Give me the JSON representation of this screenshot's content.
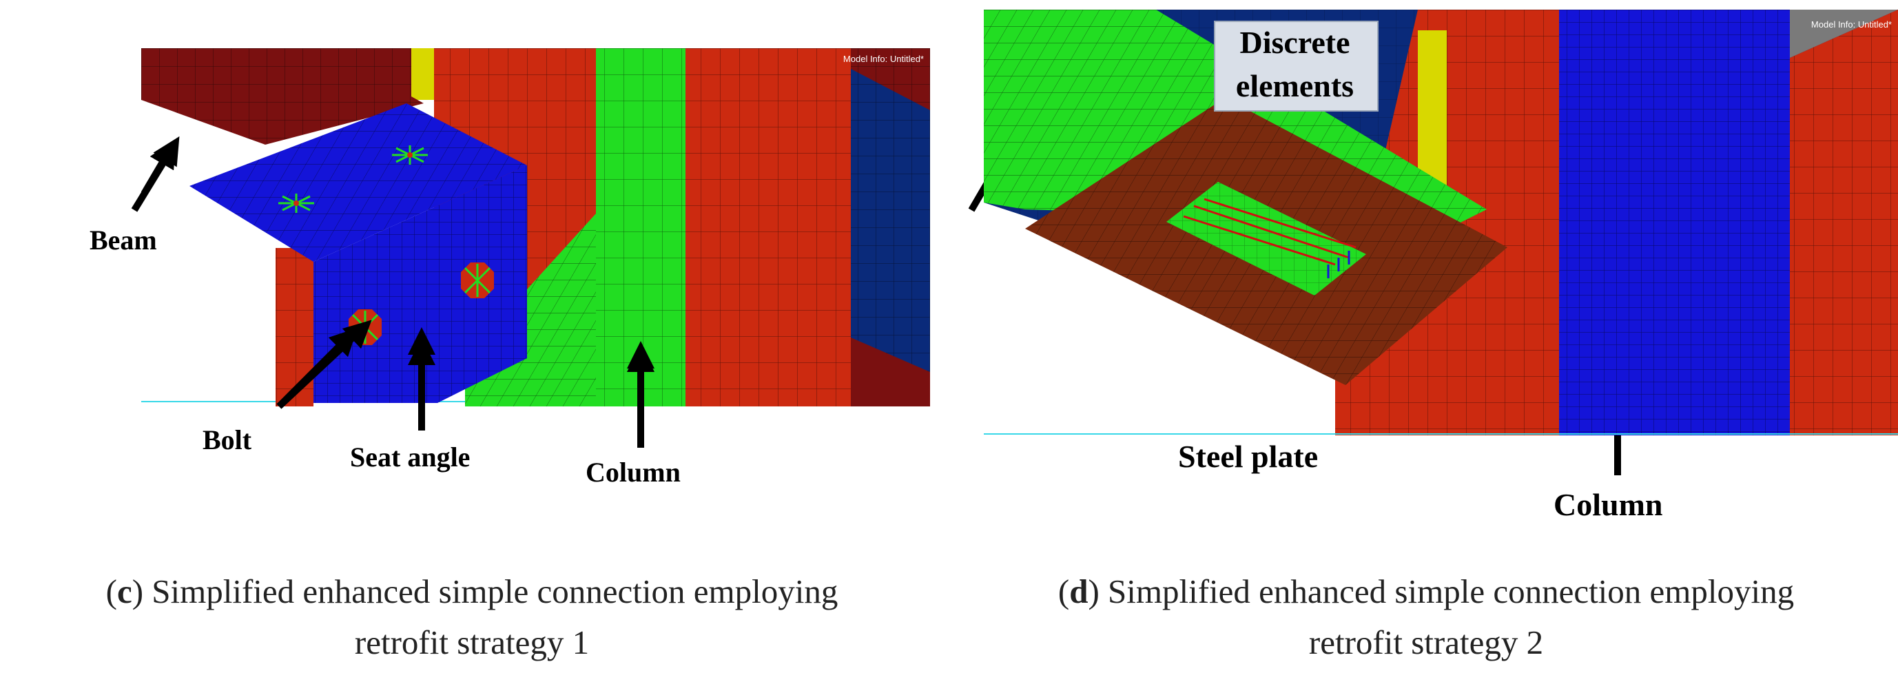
{
  "panel_c": {
    "model_info": "Model Info: Untitled*",
    "labels": {
      "beam": "Beam",
      "bolt": "Bolt",
      "seat_angle": "Seat angle",
      "column": "Column"
    },
    "caption": {
      "letter": "c",
      "line1_rest": " Simplified enhanced simple connection employing",
      "line2": "retrofit strategy 1"
    }
  },
  "panel_d": {
    "model_info": "Model Info: Untitled*",
    "labels": {
      "discrete_line1": "Discrete",
      "discrete_line2": "elements",
      "steel_plate": "Steel plate",
      "column": "Column"
    },
    "caption": {
      "letter": "d",
      "line1_rest": " Simplified enhanced simple connection employing",
      "line2": "retrofit strategy 2"
    }
  },
  "colors": {
    "beam_dark_red": "#7a1010",
    "flange_red": "#cc2a10",
    "angle_blue": "#1414d8",
    "web_green": "#22dd22",
    "plate_brown": "#7a2a0e",
    "column_navy": "#0a2a7a",
    "yellow_stiffener": "#d8d800",
    "mesh_line": "#000000"
  }
}
